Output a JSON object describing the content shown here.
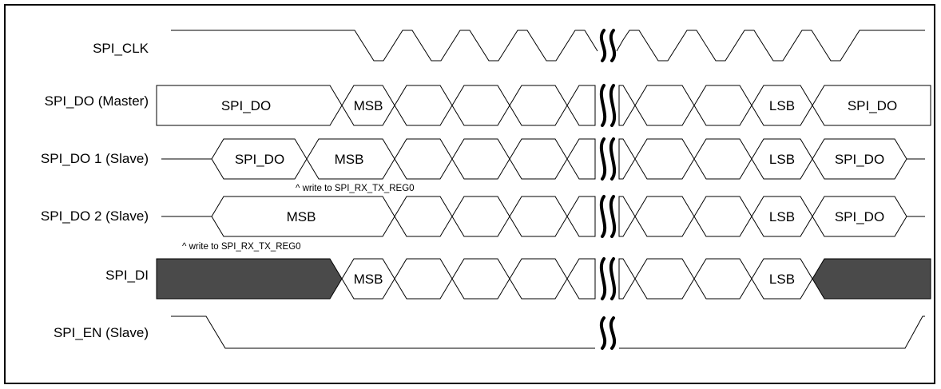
{
  "signals": [
    {
      "id": "clk",
      "label": "SPI_CLK"
    },
    {
      "id": "do_master",
      "label": "SPI_DO (Master)"
    },
    {
      "id": "do_slave1",
      "label": "SPI_DO 1 (Slave)"
    },
    {
      "id": "do_slave2",
      "label": "SPI_DO 2 (Slave)"
    },
    {
      "id": "di",
      "label": "SPI_DI"
    },
    {
      "id": "en",
      "label": "SPI_EN (Slave)"
    }
  ],
  "cells": {
    "spi_do": "SPI_DO",
    "msb": "MSB",
    "lsb": "LSB"
  },
  "notes": {
    "write_reg": "^ write to SPI_RX_TX_REG0"
  },
  "colors": {
    "line": "#000000",
    "fill_dark": "#4a4a4a",
    "background": "#ffffff"
  }
}
